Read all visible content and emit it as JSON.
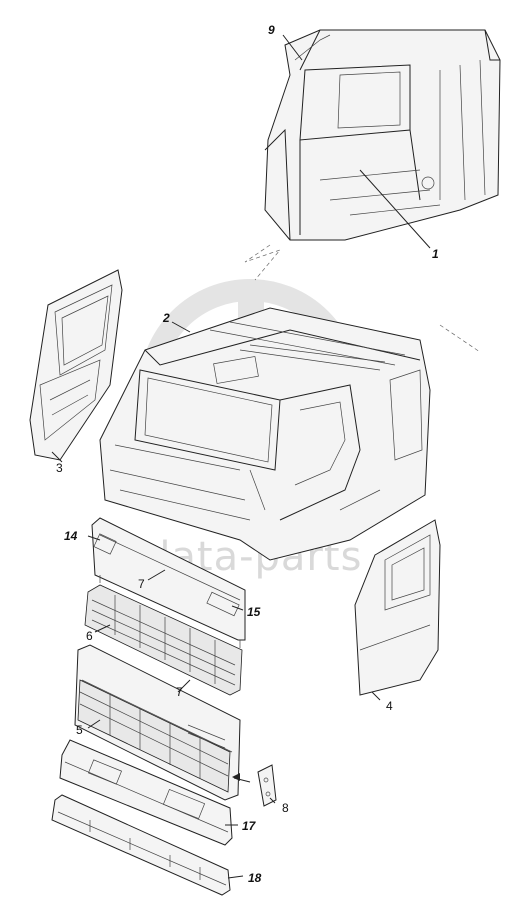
{
  "watermark": {
    "brand": "data-parts"
  },
  "callouts": [
    {
      "id": "9",
      "label": "9"
    },
    {
      "id": "1",
      "label": "1"
    },
    {
      "id": "2",
      "label": "2"
    },
    {
      "id": "3",
      "label": "3"
    },
    {
      "id": "14",
      "label": "14"
    },
    {
      "id": "7a",
      "label": "7"
    },
    {
      "id": "15",
      "label": "15"
    },
    {
      "id": "6",
      "label": "6"
    },
    {
      "id": "7b",
      "label": "7"
    },
    {
      "id": "4",
      "label": "4"
    },
    {
      "id": "5",
      "label": "5"
    },
    {
      "id": "8",
      "label": "8"
    },
    {
      "id": "17",
      "label": "17"
    },
    {
      "id": "18",
      "label": "18"
    }
  ]
}
